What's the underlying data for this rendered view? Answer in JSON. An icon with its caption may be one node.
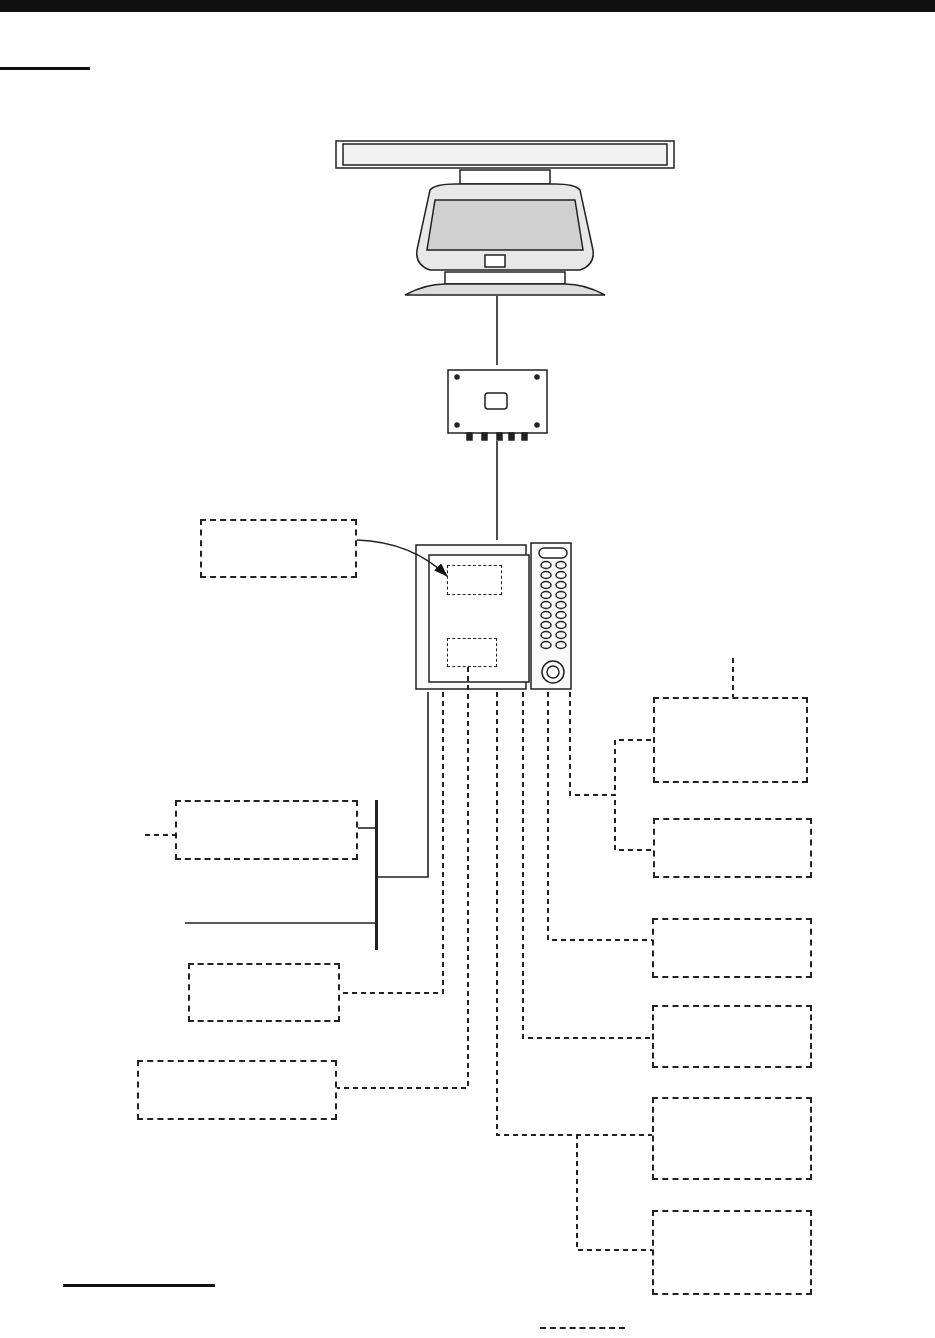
{
  "diagram": {
    "nodes": [
      {
        "text": [],
        "shape": "picture"
      },
      {
        "text": [],
        "shape": "picture"
      },
      {
        "text": [],
        "shape": "box"
      },
      {
        "text": [],
        "shape": "picture"
      },
      {
        "text": [],
        "shape": "box",
        "in": 3
      },
      {
        "text": [],
        "shape": "box",
        "in": 3
      },
      {
        "text": [],
        "shape": "box"
      },
      {
        "text": [],
        "shape": "box"
      },
      {
        "text": [],
        "shape": "box"
      },
      {
        "text": [],
        "shape": "bar"
      },
      {
        "text": [],
        "shape": "box"
      },
      {
        "text": [],
        "shape": "box"
      },
      {
        "text": [],
        "shape": "box"
      },
      {
        "text": [],
        "shape": "box"
      },
      {
        "text": [],
        "shape": "box"
      },
      {
        "text": [],
        "shape": "box"
      }
    ],
    "edges": [
      {
        "from": 0,
        "to": 1,
        "arrow": "none"
      },
      {
        "from": 1,
        "to": 3,
        "arrow": "none"
      },
      {
        "from": 2,
        "to": 4,
        "arrow": "to"
      },
      {
        "from": 3,
        "to": 9,
        "arrow": "none"
      },
      {
        "from": 9,
        "to": 7,
        "arrow": "none"
      },
      {
        "from": null,
        "to": 9,
        "arrow": "none"
      },
      {
        "from": null,
        "to": 7,
        "arrow": "none",
        "style": "dashed"
      },
      {
        "from": 3,
        "to": 6,
        "arrow": "none",
        "style": "dashed"
      },
      {
        "from": 3,
        "to": 8,
        "arrow": "none",
        "style": "dashed"
      },
      {
        "from": null,
        "to": 6,
        "arrow": "none",
        "style": "dashed"
      },
      {
        "from": 3,
        "to": 10,
        "arrow": "none",
        "style": "dashed"
      },
      {
        "from": 3,
        "to": 12,
        "arrow": "none",
        "style": "dashed"
      },
      {
        "from": 3,
        "to": 11,
        "arrow": "none",
        "style": "dashed"
      },
      {
        "from": 5,
        "to": 13,
        "arrow": "none",
        "style": "dashed"
      },
      {
        "from": 3,
        "to": 14,
        "arrow": "none",
        "style": "dashed"
      },
      {
        "from": 3,
        "to": 15,
        "arrow": "none",
        "style": "dashed"
      }
    ]
  }
}
